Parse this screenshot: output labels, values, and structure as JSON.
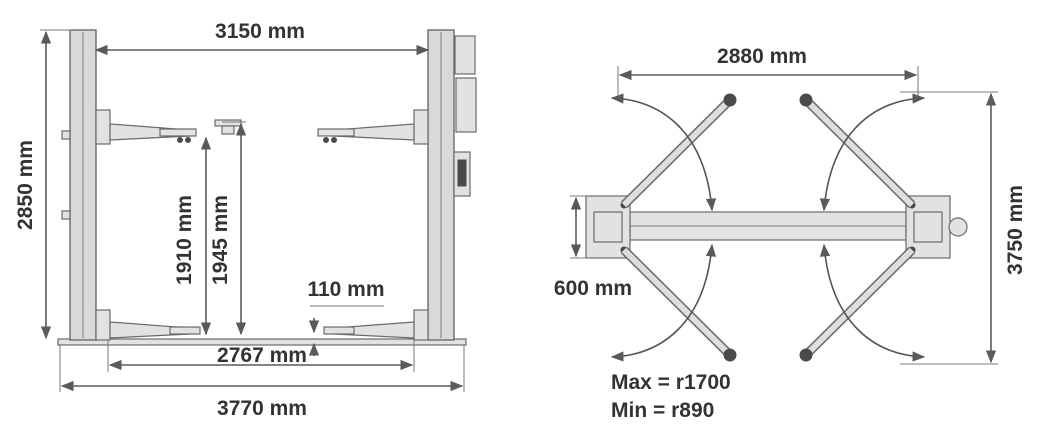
{
  "front_view": {
    "top_width": "3150 mm",
    "height": "2850 mm",
    "max_lift": "1910 mm",
    "max_height": "1945 mm",
    "min_height": "110 mm",
    "inner_base": "2767 mm",
    "overall_width": "3770 mm"
  },
  "top_view": {
    "post_gap": "2880 mm",
    "depth": "3750 mm",
    "arm_width": "600 mm",
    "max_radius": "Max = r1700",
    "min_radius": "Min = r890"
  }
}
